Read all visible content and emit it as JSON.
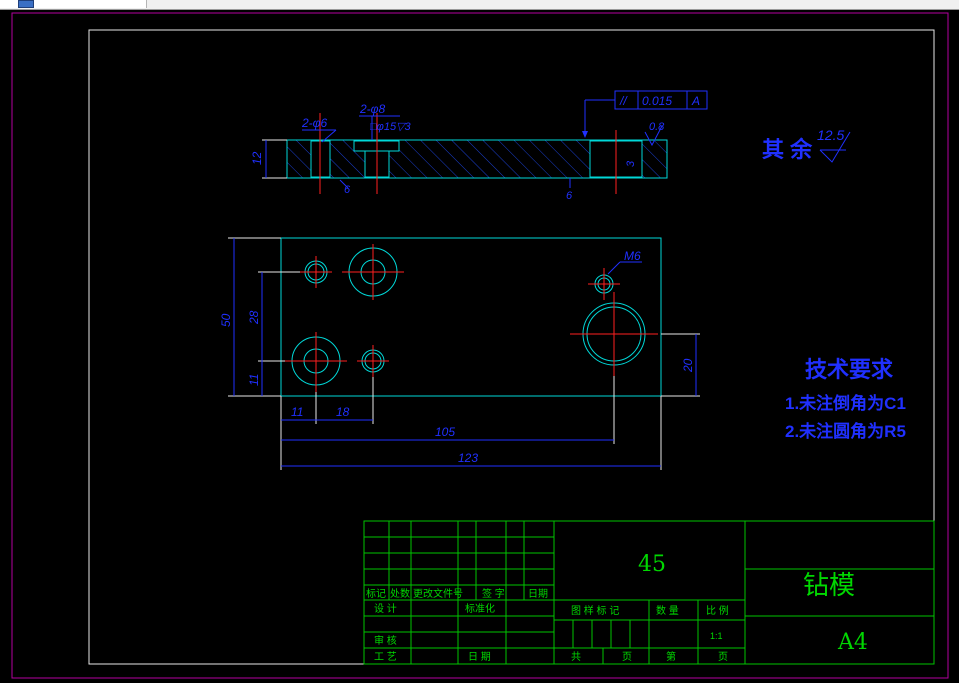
{
  "window": {
    "tab_icon": "drawing-file-icon"
  },
  "drawing": {
    "top_view_dims": {
      "holes_6": "2-φ6",
      "holes_8": "2-φ8",
      "counterbore": "□φ15▽3",
      "height": "12",
      "depth_left": "6",
      "depth_right": "6",
      "tolerance": "0.015",
      "datum": "A",
      "datum_label": "A",
      "chamfer": "0.8",
      "right_dim": "3"
    },
    "plan_view_dims": {
      "thread": "M6",
      "h_total": "50",
      "h_mid": "28",
      "h_low": "11",
      "right_h": "20",
      "w_11": "11",
      "w_18": "18",
      "w_105": "105",
      "w_123": "123"
    },
    "surface_note": {
      "label": "其 余",
      "value": "12.5"
    },
    "tech_req": {
      "title": "技术要求",
      "items": [
        "1.未注倒角为C1",
        "2.未注圆角为R5"
      ]
    },
    "title_block": {
      "material": "45",
      "part_name": "钻模",
      "sheet_size": "A4",
      "scale": "1:1",
      "labels": {
        "mark": "标记",
        "count": "处数",
        "change_doc": "更改文件号",
        "sign": "签 字",
        "date": "日期",
        "design": "设 计",
        "standard": "标准化",
        "review": "审 核",
        "process": "工 艺",
        "date2": "日 期",
        "drawing_mark": "图 样 标 记",
        "quantity": "数 量",
        "ratio": "比 例",
        "total": "共",
        "page": "页",
        "no": "第",
        "page2": "页"
      }
    }
  }
}
